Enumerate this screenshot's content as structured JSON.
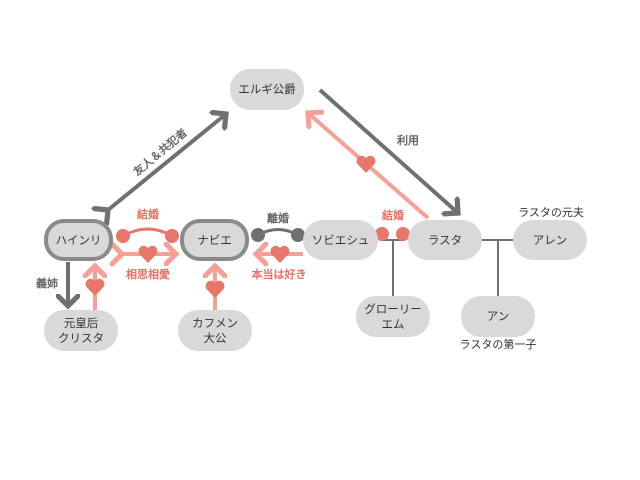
{
  "colors": {
    "node": "#d9d9d9",
    "gray": "#707070",
    "pink": "#f9a096",
    "heart": "#e8766a"
  },
  "nodes": {
    "elgi": "エルギ公爵",
    "heinri": "ハインリ",
    "navie": "ナビエ",
    "sovieshu": "ソビエシュ",
    "rasta": "ラスタ",
    "allen": "アレン",
    "krista_1": "元皇后",
    "krista_2": "クリスタ",
    "kafmen_1": "カフメン",
    "kafmen_2": "大公",
    "glory_1": "グローリー",
    "glory_2": "エム",
    "ann": "アン"
  },
  "labels": {
    "friend_accomplice": "友人＆共犯者",
    "use": "利用",
    "marriage_heinri_navie": "結婚",
    "mutual_love": "相思相愛",
    "divorce": "離婚",
    "truly_likes": "本当は好き",
    "marriage_sovieshu_rasta": "結婚",
    "sister_in_law": "義姉"
  },
  "captions": {
    "allen": "ラスタの元夫",
    "ann": "ラスタの第一子"
  }
}
